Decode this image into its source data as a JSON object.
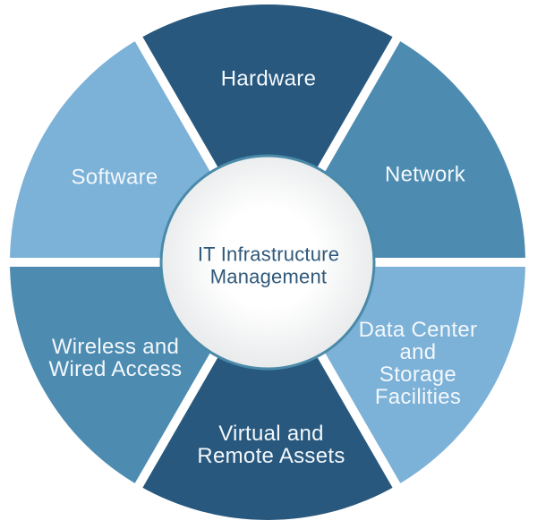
{
  "diagram": {
    "type": "segmented-wheel",
    "center": {
      "label": "IT Infrastructure\nManagement"
    },
    "segments": [
      {
        "name": "hardware",
        "label": "Hardware",
        "color": "#28587e"
      },
      {
        "name": "network",
        "label": "Network",
        "color": "#4d8bb1"
      },
      {
        "name": "data-center",
        "label": "Data Center\nand Storage\nFacilities",
        "color": "#7cb1d8"
      },
      {
        "name": "virtual",
        "label": "Virtual and\nRemote Assets",
        "color": "#28587e"
      },
      {
        "name": "wireless",
        "label": "Wireless and\nWired Access",
        "color": "#4d8bb1"
      },
      {
        "name": "software",
        "label": "Software",
        "color": "#7cb1d8"
      }
    ],
    "colors": {
      "background": "#ffffff",
      "divider": "#ffffff",
      "segment_label_text": "#f3f8fb",
      "center_text": "#2f587a",
      "center_ring": "#4a8aa9",
      "center_fill_inner": "#ffffff",
      "center_fill_edge": "#e8eaeb"
    }
  }
}
